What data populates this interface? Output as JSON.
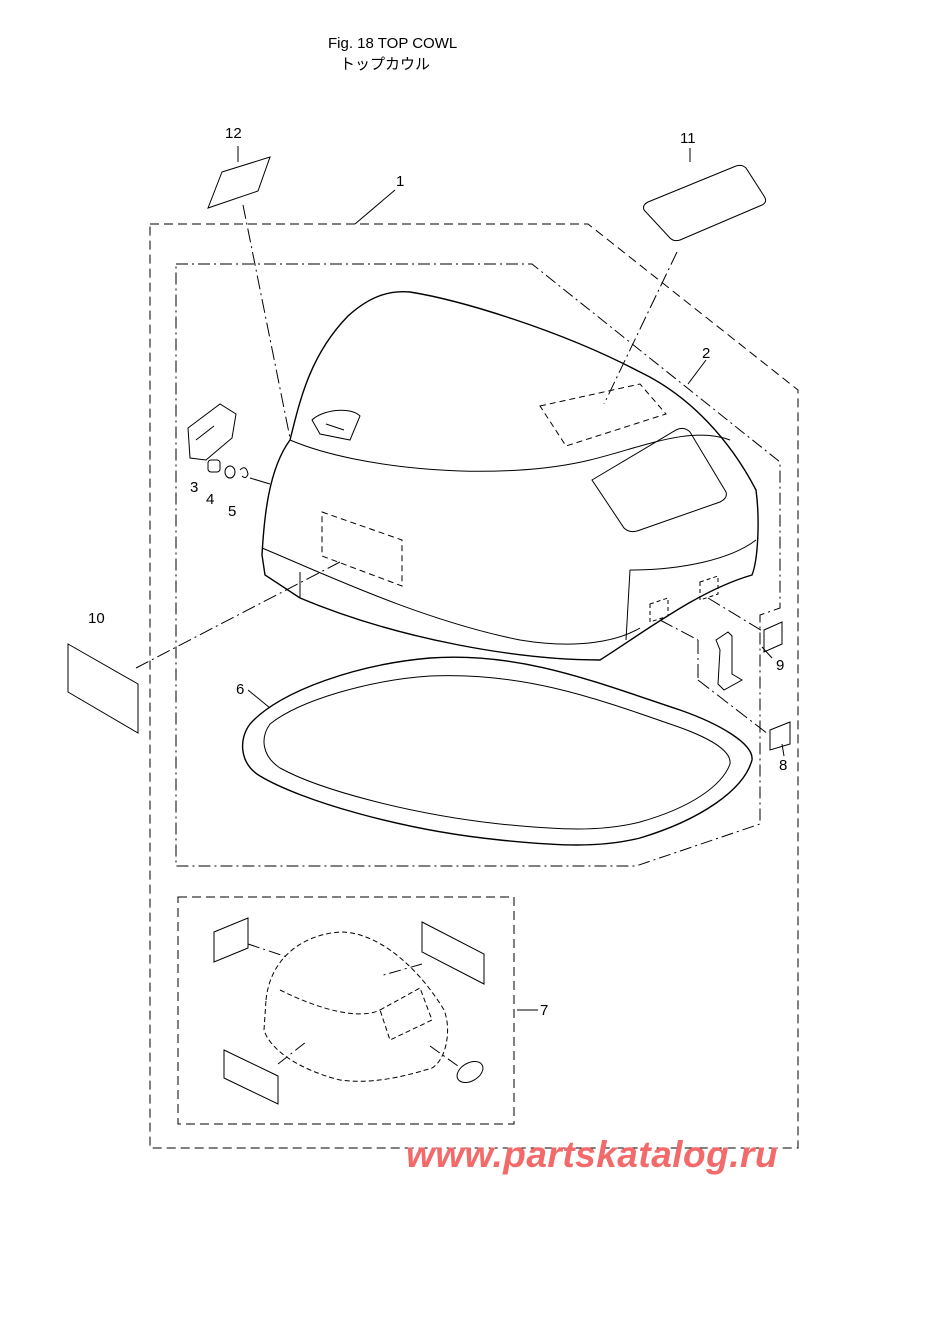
{
  "header": {
    "title_en": "Fig. 18  TOP COWL",
    "title_ja": "トップカウル"
  },
  "parts": [
    {
      "number": "1"
    },
    {
      "number": "2"
    },
    {
      "number": "3"
    },
    {
      "number": "4"
    },
    {
      "number": "5"
    },
    {
      "number": "6"
    },
    {
      "number": "7"
    },
    {
      "number": "8"
    },
    {
      "number": "9"
    },
    {
      "number": "10"
    },
    {
      "number": "11"
    },
    {
      "number": "12"
    }
  ],
  "watermark": "www.partskatalog.ru",
  "colors": {
    "line": "#000000",
    "watermark": "#f26a6a",
    "background": "#ffffff"
  }
}
